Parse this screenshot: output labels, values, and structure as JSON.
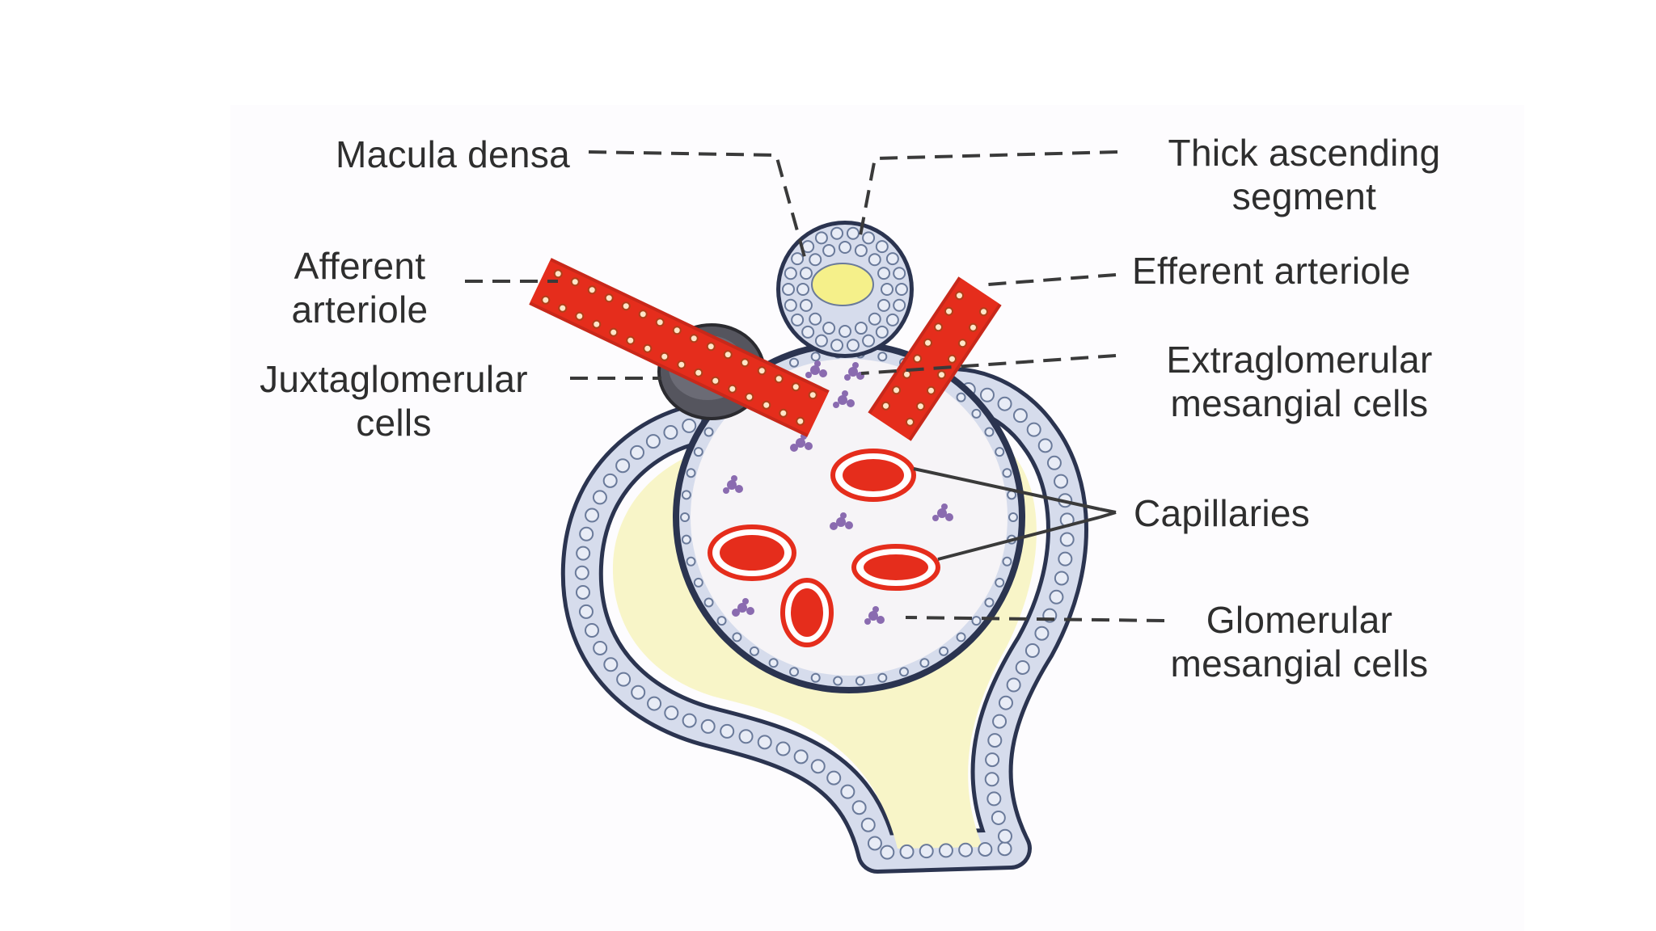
{
  "labels": {
    "macula_densa": "Macula densa",
    "thick_ascending": "Thick ascending\nsegment",
    "afferent": "Afferent\narteriole",
    "efferent": "Efferent arteriole",
    "juxtaglomerular": "Juxtaglomerular\ncells",
    "extraglomerular": "Extraglomerular\nmesangial cells",
    "capillaries": "Capillaries",
    "glomerular_mesangial": "Glomerular\nmesangial cells"
  },
  "colors": {
    "artery_red": "#e52d1c",
    "epithelium_outline": "#2b3450",
    "cell_fill": "#d6dcec",
    "lumen_yellow": "#f8f5c8",
    "glomerulus_fill": "#f6f4f7",
    "mesangial_purple": "#8a6bb0",
    "leader_line": "#3a3a3a"
  }
}
